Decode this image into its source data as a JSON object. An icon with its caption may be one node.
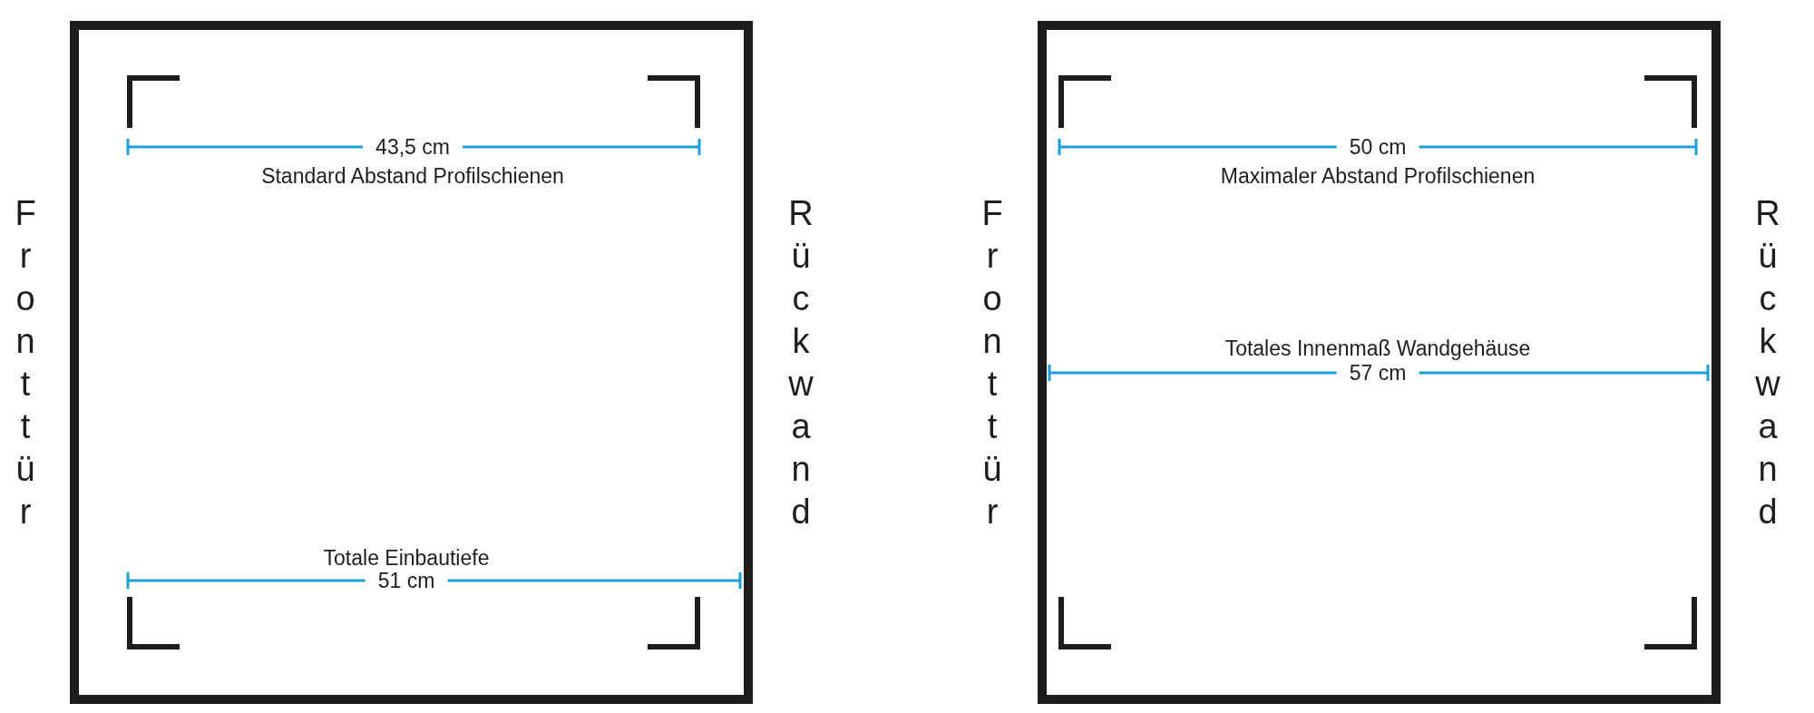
{
  "diagram": {
    "labels": [
      "Fronttür",
      "43,5 cm",
      "Standard Abstand Profilschienen",
      "Totale Einbautiefe",
      "51 cm",
      "Rückwand",
      "Fronttür",
      "50 cm",
      "Maximaler Abstand Profilschienen",
      "Totales Innenmaß Wandgehäuse",
      "57 cm",
      "Rückwand"
    ]
  }
}
